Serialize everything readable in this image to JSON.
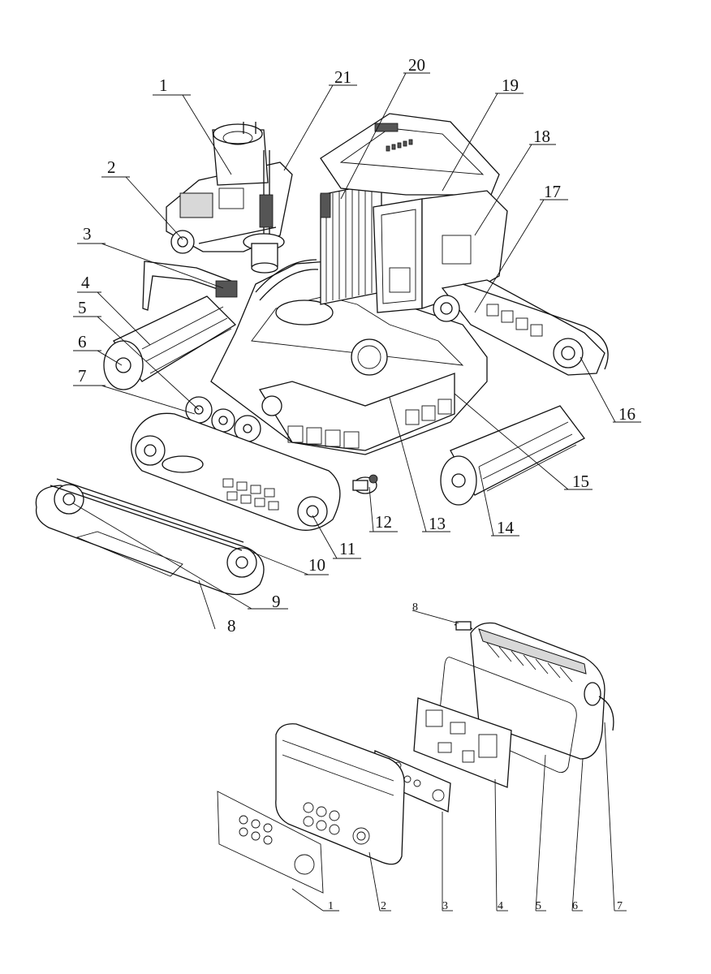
{
  "upper_assembly": {
    "callouts": [
      "1",
      "2",
      "3",
      "4",
      "5",
      "6",
      "7",
      "8",
      "9",
      "10",
      "11",
      "12",
      "13",
      "14",
      "15",
      "16",
      "17",
      "18",
      "19",
      "20",
      "21"
    ]
  },
  "lower_assembly": {
    "callouts": [
      "1",
      "2",
      "3",
      "4",
      "5",
      "6",
      "7",
      "8"
    ]
  }
}
